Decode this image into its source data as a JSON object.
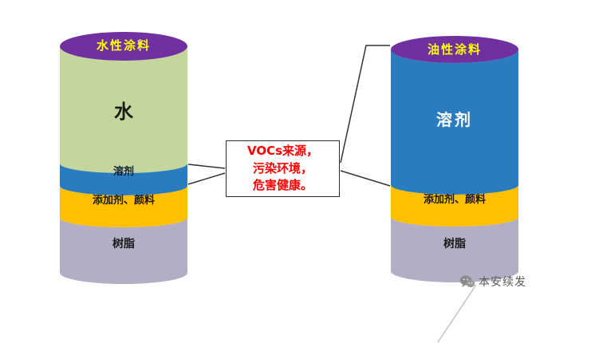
{
  "diagram": {
    "left_cylinder": {
      "title": "水性涂料",
      "sections": [
        {
          "name": "water",
          "label": "水"
        },
        {
          "name": "solvent",
          "label": "溶剂"
        },
        {
          "name": "additives-pigments",
          "label": "添加剂、颜料"
        },
        {
          "name": "resin",
          "label": "树脂"
        }
      ]
    },
    "right_cylinder": {
      "title": "油性涂料",
      "sections": [
        {
          "name": "solvent",
          "label": "溶剂"
        },
        {
          "name": "additives-pigments",
          "label": "添加剂、颜料"
        },
        {
          "name": "resin",
          "label": "树脂"
        }
      ]
    },
    "callout": {
      "lines": [
        "VOCs来源，",
        "污染环境，",
        "危害健康。"
      ]
    }
  },
  "watermark": {
    "text": "本安续发"
  },
  "colors": {
    "purple_top": "#7030a0",
    "title_yellow": "#ffff00",
    "water_green": "#c3d69b",
    "solvent_blue": "#2b7cbe",
    "additives_yellow": "#ffc000",
    "resin_gray": "#b3aec3",
    "callout_red": "#ff0000",
    "connector": "#333333"
  }
}
